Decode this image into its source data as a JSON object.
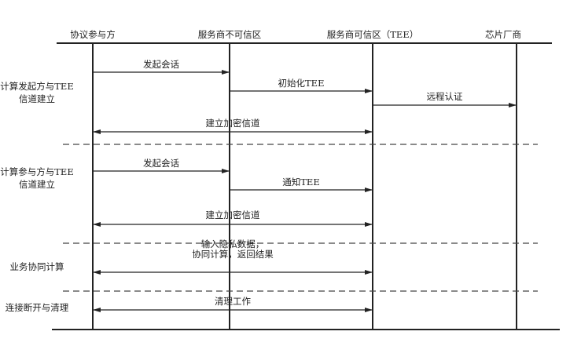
{
  "participants": [
    "协议参与方",
    "服务商不可信区",
    "服务商可信区（TEE）",
    "芯片厂商"
  ],
  "phases": [
    {
      "lines": [
        "计算发起方与TEE",
        "信道建立"
      ]
    },
    {
      "lines": [
        "计算参与方与TEE",
        "信道建立"
      ]
    },
    {
      "lines": [
        "业务协同计算"
      ]
    },
    {
      "lines": [
        "连接断开与清理"
      ]
    }
  ],
  "messages": [
    {
      "from": 0,
      "to": 1,
      "bidirectional": false,
      "lines": [
        "发起会话"
      ]
    },
    {
      "from": 1,
      "to": 2,
      "bidirectional": false,
      "lines": [
        "初始化TEE"
      ]
    },
    {
      "from": 2,
      "to": 3,
      "bidirectional": false,
      "lines": [
        "远程认证"
      ]
    },
    {
      "from": 0,
      "to": 2,
      "bidirectional": true,
      "lines": [
        "建立加密信道"
      ]
    },
    {
      "from": 0,
      "to": 1,
      "bidirectional": false,
      "lines": [
        "发起会话"
      ]
    },
    {
      "from": 1,
      "to": 2,
      "bidirectional": false,
      "lines": [
        "通知TEE"
      ]
    },
    {
      "from": 0,
      "to": 2,
      "bidirectional": true,
      "lines": [
        "建立加密信道"
      ]
    },
    {
      "from": 0,
      "to": 2,
      "bidirectional": true,
      "lines": [
        "输入隐私数据，",
        "协同计算，返回结果"
      ]
    },
    {
      "from": 0,
      "to": 2,
      "bidirectional": true,
      "lines": [
        "清理工作"
      ]
    }
  ]
}
